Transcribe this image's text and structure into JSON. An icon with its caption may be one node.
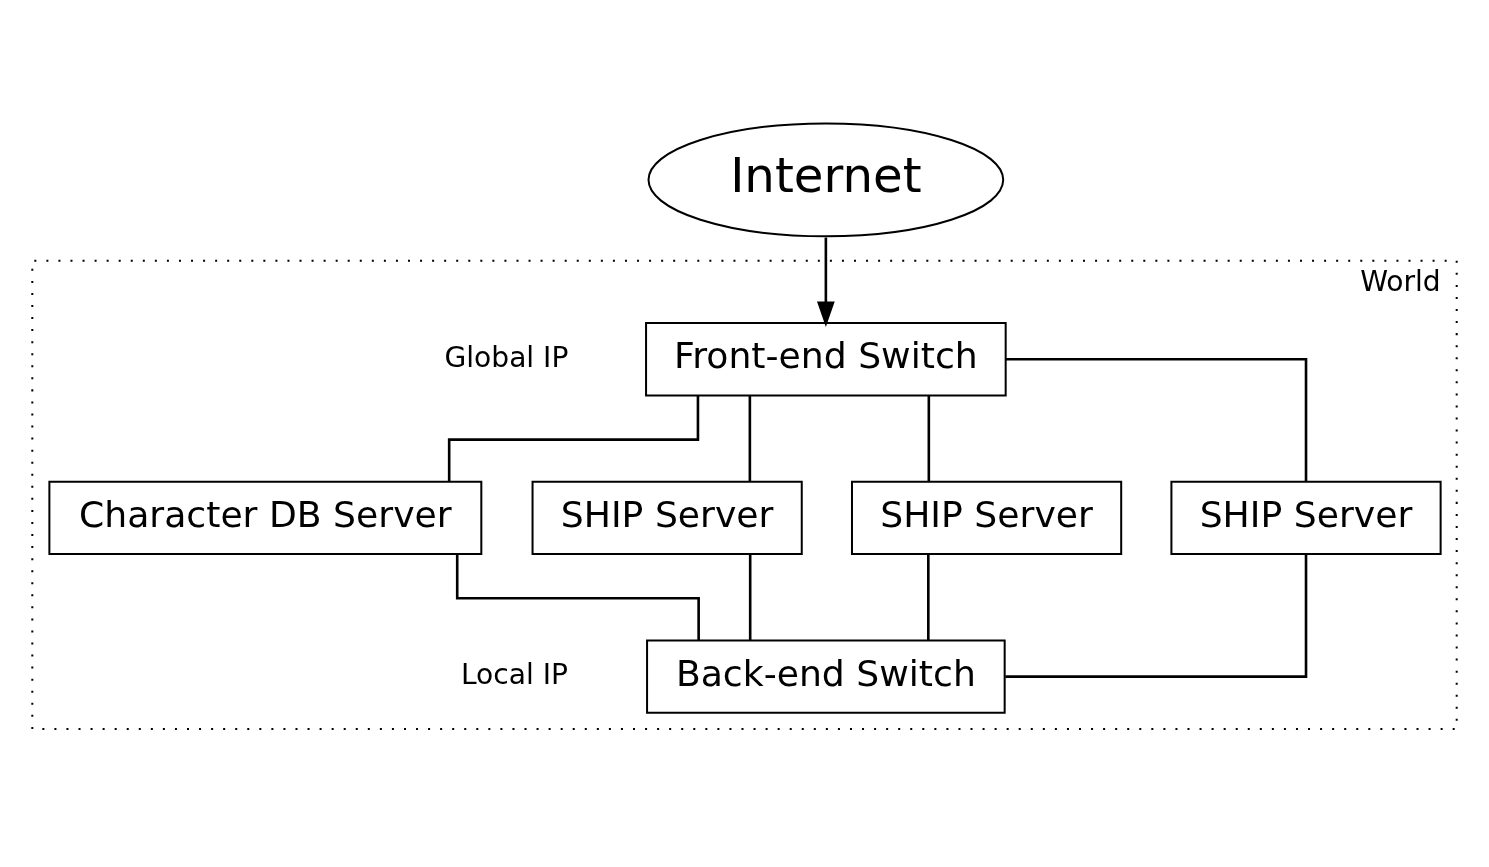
{
  "diagram": {
    "nodes": [
      {
        "text": [
          "Internet"
        ]
      },
      {
        "text": [
          "World"
        ]
      },
      {
        "text": [
          "Front-end Switch"
        ],
        "in": 1
      },
      {
        "text": [
          "Character DB Server"
        ],
        "in": 1
      },
      {
        "text": [
          "SHIP Server"
        ],
        "in": 1
      },
      {
        "text": [
          "SHIP Server"
        ],
        "in": 1
      },
      {
        "text": [
          "SHIP Server"
        ],
        "in": 1
      },
      {
        "text": [
          "Back-end Switch"
        ],
        "in": 1
      }
    ],
    "edges": [
      {
        "from": 0,
        "to": 2,
        "arrow": "to"
      },
      {
        "from": 2,
        "to": 3,
        "arrow": "none"
      },
      {
        "from": 2,
        "to": 4,
        "arrow": "none"
      },
      {
        "from": 2,
        "to": 5,
        "arrow": "none"
      },
      {
        "from": 2,
        "to": 6,
        "arrow": "none"
      },
      {
        "from": 3,
        "to": 7,
        "arrow": "none"
      },
      {
        "from": 4,
        "to": 7,
        "arrow": "none"
      },
      {
        "from": 5,
        "to": 7,
        "arrow": "none"
      },
      {
        "from": 6,
        "to": 7,
        "arrow": "none"
      }
    ],
    "labels": [
      "Global IP",
      "Local IP"
    ]
  }
}
